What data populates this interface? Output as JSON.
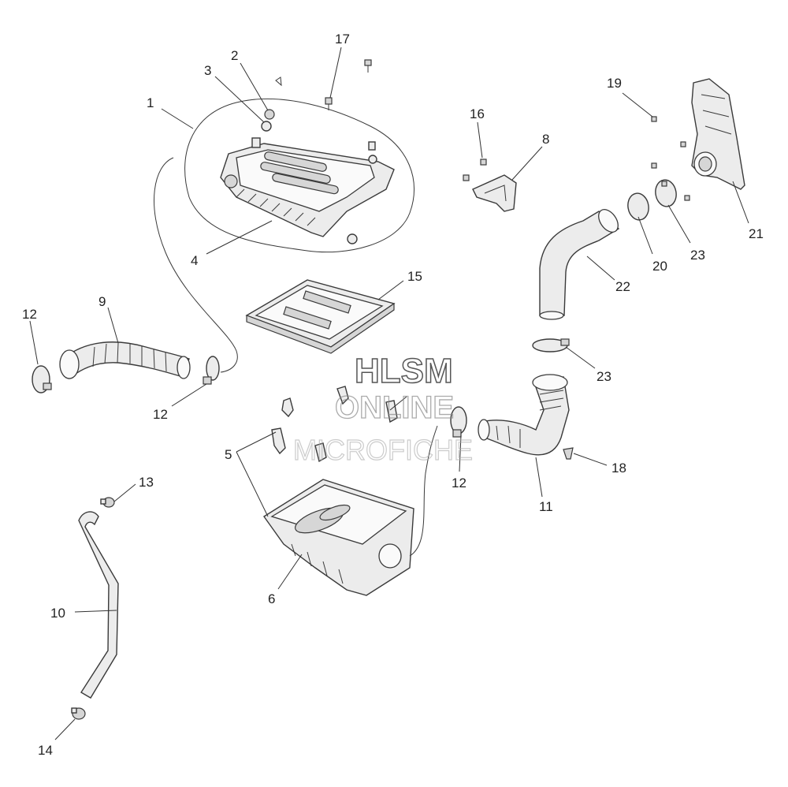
{
  "callouts": {
    "c1": "1",
    "c2": "2",
    "c3": "3",
    "c4": "4",
    "c5": "5",
    "c6": "6",
    "c8": "8",
    "c9": "9",
    "c10": "10",
    "c11": "11",
    "c12a": "12",
    "c12b": "12",
    "c12c": "12",
    "c13": "13",
    "c14": "14",
    "c15": "15",
    "c16": "16",
    "c17": "17",
    "c18": "18",
    "c19": "19",
    "c20": "20",
    "c21": "21",
    "c22": "22",
    "c23a": "23",
    "c23b": "23"
  },
  "watermark": {
    "line1": "HLSM",
    "line2": "ONLINE",
    "line3": "MICROFICHE"
  }
}
